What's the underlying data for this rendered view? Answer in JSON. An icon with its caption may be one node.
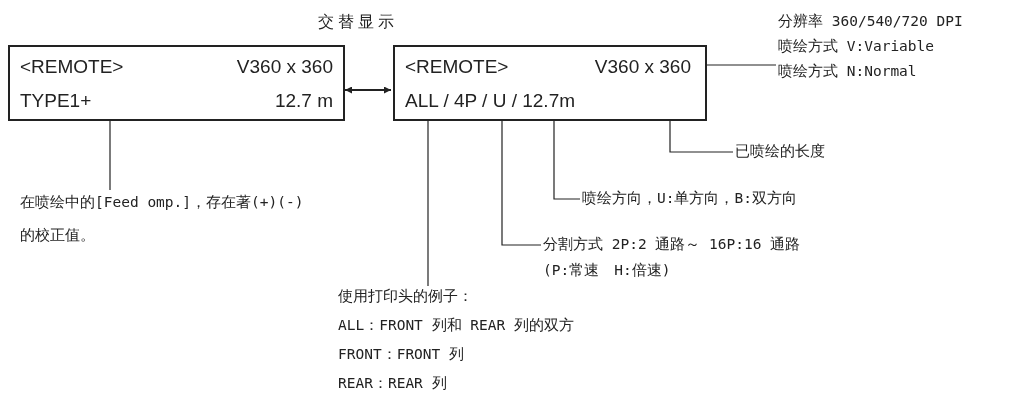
{
  "diagram": {
    "title": "交替显示",
    "nodes": [
      {
        "text": [
          "<REMOTE>",
          "V360 x 360",
          "TYPE1+",
          "12.7 m"
        ]
      },
      {
        "text": [
          "<REMOTE>",
          "V360 x 360",
          "ALL / 4P / U / 12.7m"
        ]
      },
      {
        "text": [
          "在喷绘中的[Feed omp.]，存在著(+)(-)的校正值。"
        ]
      },
      {
        "text": [
          "分辨率 360/540/720 DPI",
          "喷绘方式 V:Variable",
          "喷绘方式 N:Normal"
        ]
      },
      {
        "text": [
          "已喷绘的长度"
        ]
      },
      {
        "text": [
          "喷绘方向，U:单方向，B:双方向"
        ]
      },
      {
        "text": [
          "分割方式 2P:2 通路～ 16P:16 通路",
          "(P:常速　H:倍速)"
        ]
      },
      {
        "text": [
          "使用打印头的例子：",
          "ALL：FRONT 列和 REAR 列的双方",
          "FRONT：FRONT 列",
          "REAR：REAR 列"
        ]
      }
    ],
    "edges": [
      {
        "from": 0,
        "to": 1,
        "arrow": "both"
      },
      {
        "from": 2,
        "to": 0,
        "arrow": "none"
      },
      {
        "from": 3,
        "to": 1,
        "arrow": "none"
      },
      {
        "from": 4,
        "to": 1,
        "arrow": "none"
      },
      {
        "from": 5,
        "to": 1,
        "arrow": "none"
      },
      {
        "from": 6,
        "to": 1,
        "arrow": "none"
      },
      {
        "from": 7,
        "to": 1,
        "arrow": "none"
      }
    ]
  }
}
